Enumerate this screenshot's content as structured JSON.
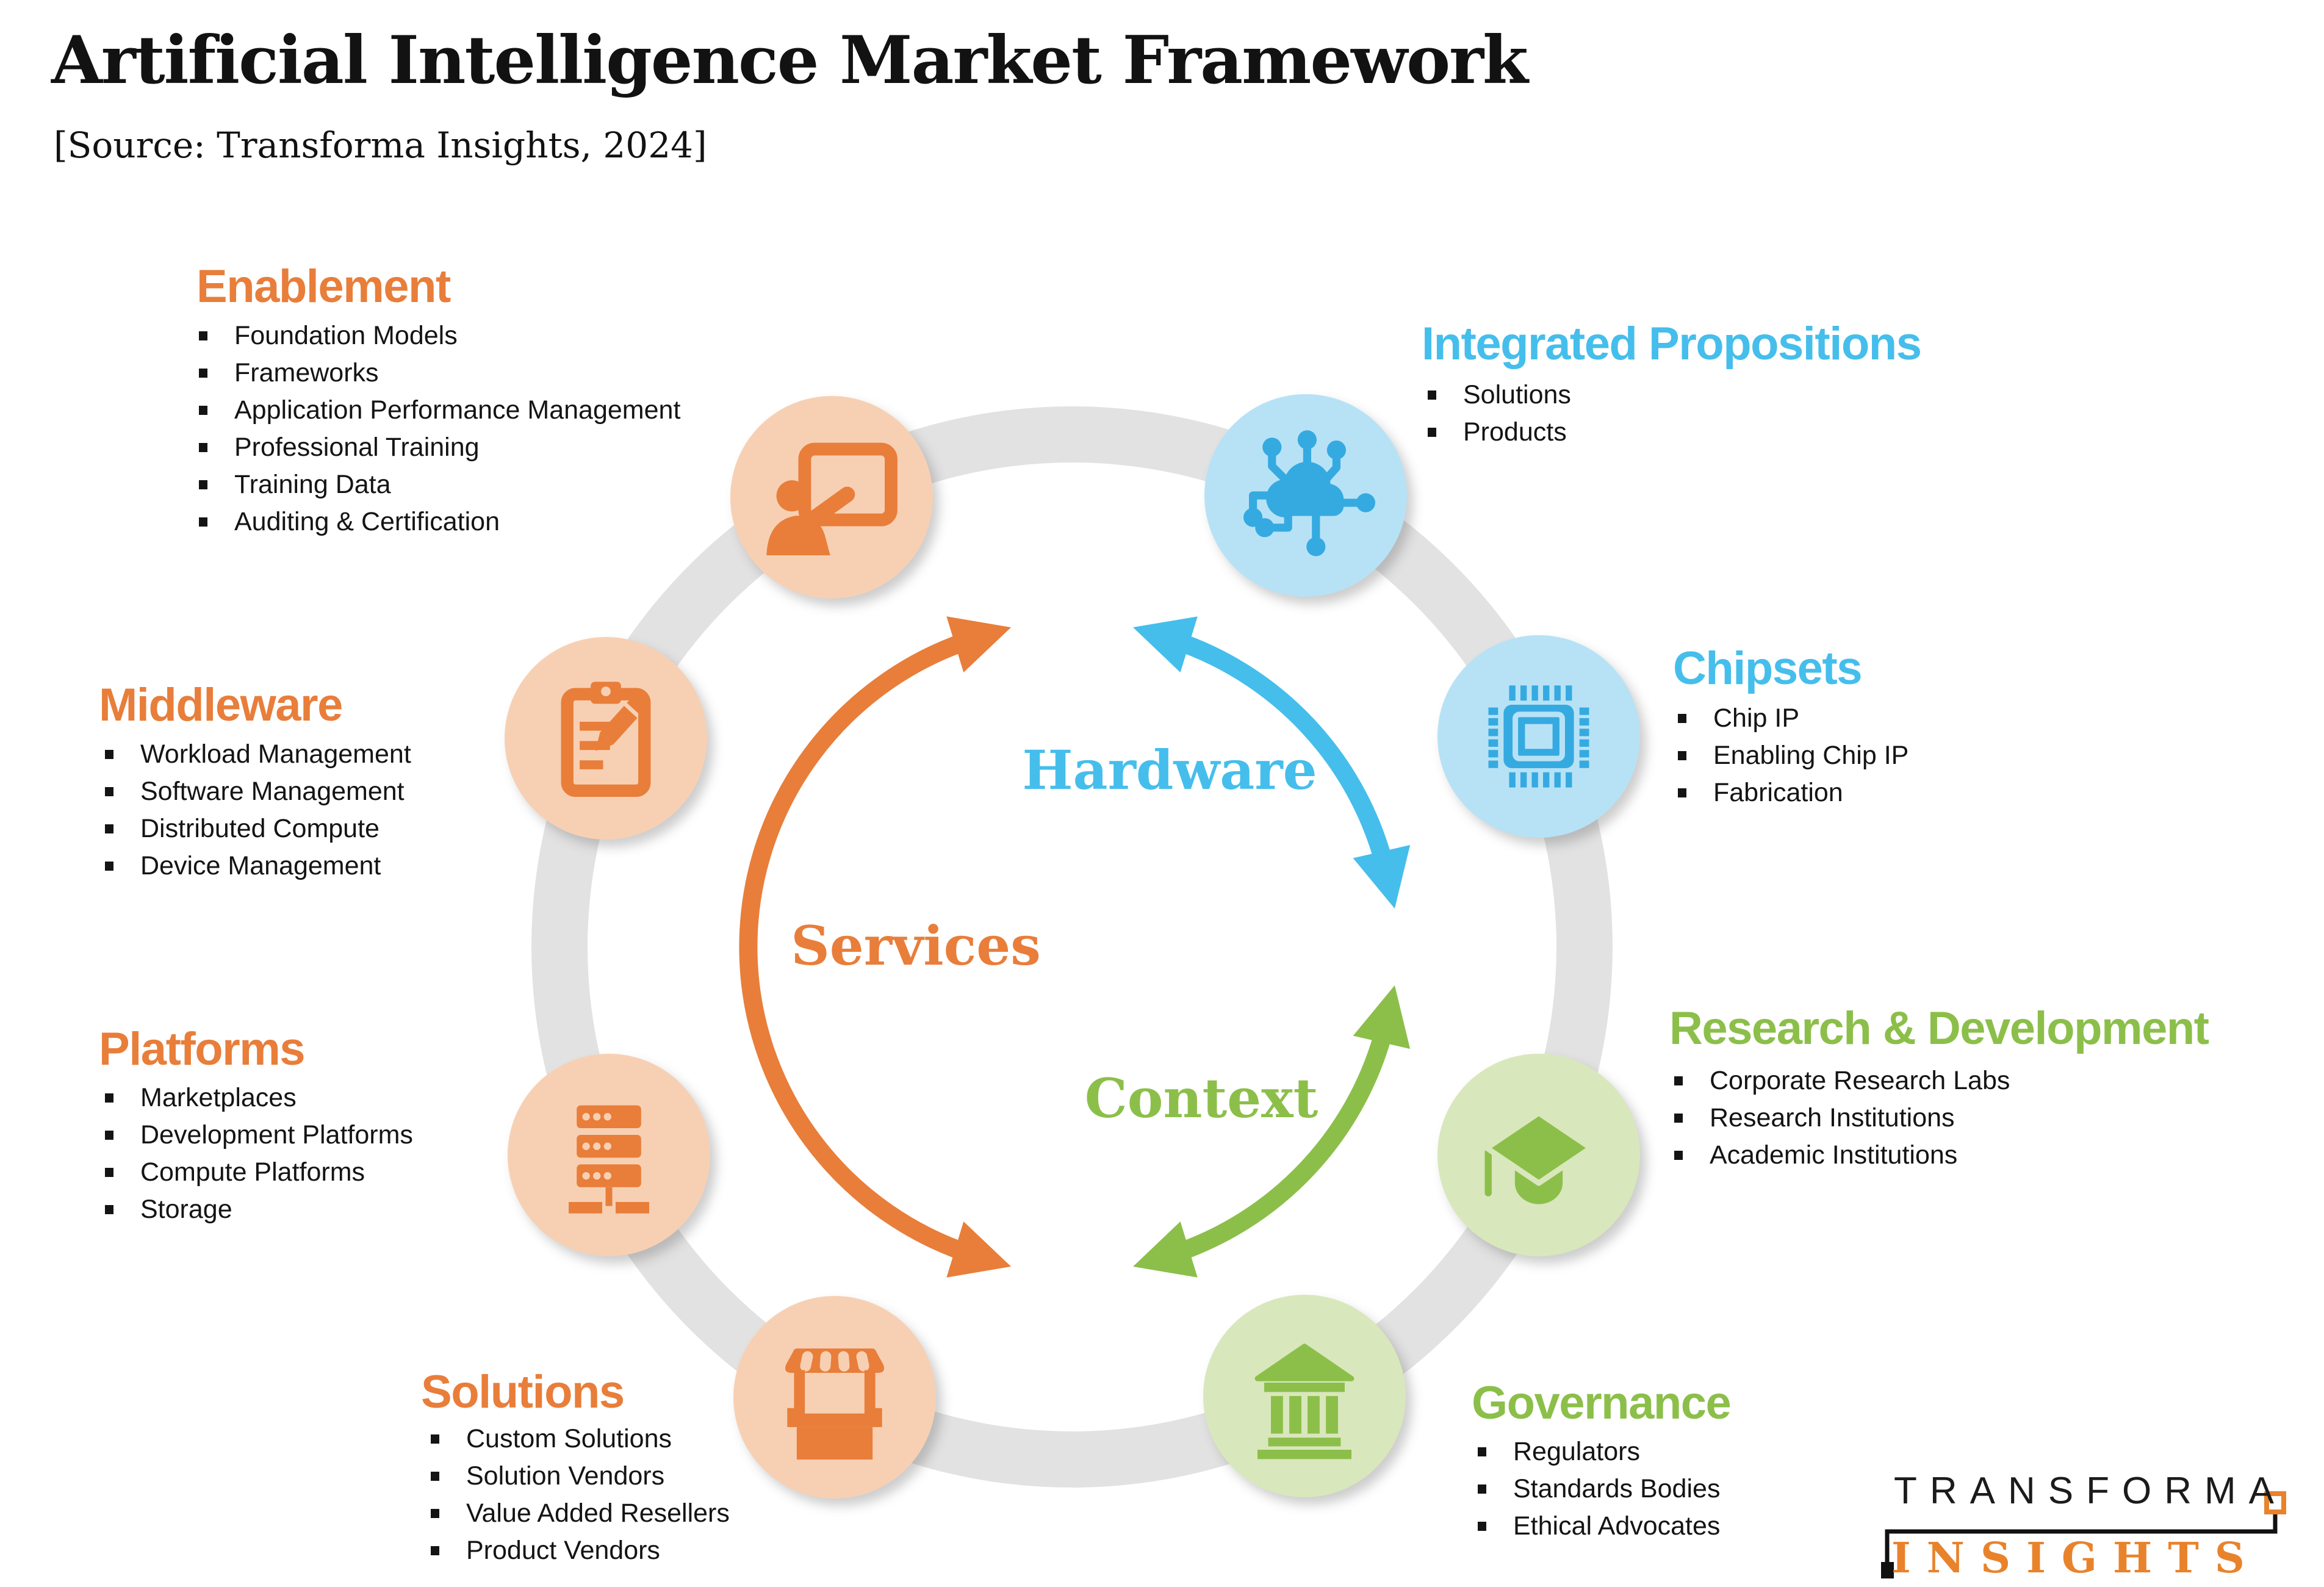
{
  "title": "Artificial Intelligence Market Framework",
  "source": "[Source: Transforma Insights, 2024]",
  "center": {
    "hardware_label": "Hardware",
    "services_label": "Services",
    "context_label": "Context"
  },
  "sections": {
    "enablement": {
      "title": "Enablement",
      "color": "#E87E3A",
      "icon": "teacher-presentation-icon",
      "items": [
        "Foundation Models",
        "Frameworks",
        "Application Performance Management",
        "Professional Training",
        "Training Data",
        "Auditing & Certification"
      ]
    },
    "integrated_propositions": {
      "title": "Integrated Propositions",
      "color": "#45BEEC",
      "icon": "cloud-network-icon",
      "items": [
        "Solutions",
        "Products"
      ]
    },
    "chipsets": {
      "title": "Chipsets",
      "color": "#45BEEC",
      "icon": "chip-icon",
      "items": [
        "Chip IP",
        "Enabling Chip IP",
        "Fabrication"
      ]
    },
    "research_development": {
      "title": "Research & Development",
      "color": "#8CBF4A",
      "icon": "graduation-cap-icon",
      "items": [
        "Corporate Research Labs",
        "Research Institutions",
        "Academic Institutions"
      ]
    },
    "governance": {
      "title": "Governance",
      "color": "#8CBF4A",
      "icon": "bank-building-icon",
      "items": [
        "Regulators",
        "Standards Bodies",
        "Ethical Advocates"
      ]
    },
    "solutions": {
      "title": "Solutions",
      "color": "#E87E3A",
      "icon": "market-stall-icon",
      "items": [
        "Custom Solutions",
        "Solution Vendors",
        "Value Added Resellers",
        "Product Vendors"
      ]
    },
    "platforms": {
      "title": "Platforms",
      "color": "#E87E3A",
      "icon": "server-rack-icon",
      "items": [
        "Marketplaces",
        "Development Platforms",
        "Compute Platforms",
        "Storage"
      ]
    },
    "middleware": {
      "title": "Middleware",
      "color": "#E87E3A",
      "icon": "clipboard-pencil-icon",
      "items": [
        "Workload Management",
        "Software Management",
        "Distributed Compute",
        "Device Management"
      ]
    }
  },
  "logo": {
    "line1": "TRANSFORMA",
    "line2": "INSIGHTS"
  },
  "colors": {
    "orange": "#E87E3A",
    "orange_light": "#F7D0B4",
    "blue": "#45BEEC",
    "blue_icon": "#35AAE1",
    "blue_light": "#B7E2F6",
    "green": "#8CBF4A",
    "green_light": "#D9E7BC",
    "ring_gray": "#E2E2E2",
    "text": "#141414"
  }
}
